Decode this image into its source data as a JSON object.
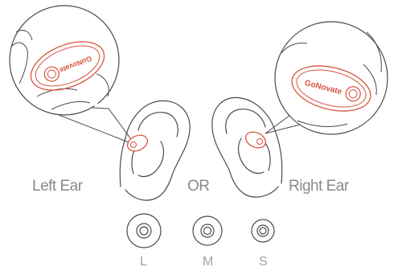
{
  "labels": {
    "left_ear": "Left Ear",
    "or": "OR",
    "right_ear": "Right Ear"
  },
  "sizes": [
    "L",
    "M",
    "S"
  ],
  "brand": {
    "logo_text": "GoNovate"
  },
  "colors": {
    "outline": "#4a4a4a",
    "earbud": "#d8533f",
    "label": "#8a8a8a"
  },
  "icons": [
    "earbud-zoom-icon",
    "ear-icon",
    "ear-tip-icon"
  ]
}
